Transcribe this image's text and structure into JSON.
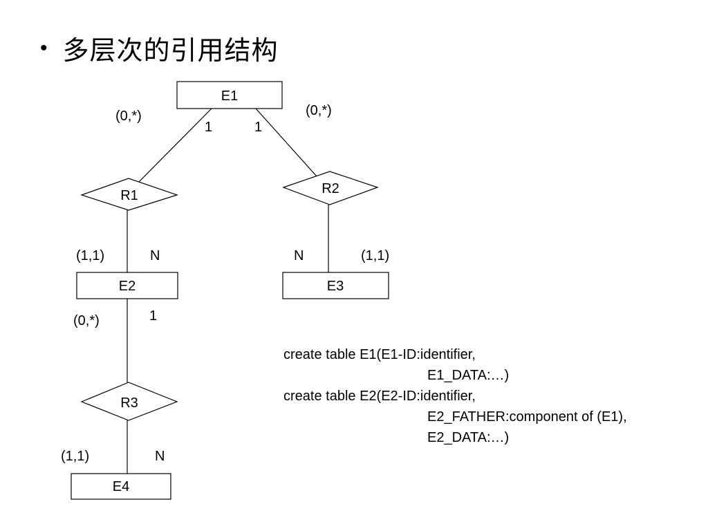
{
  "slide": {
    "bullet": "•",
    "title": "多层次的引用结构"
  },
  "diagram": {
    "entities": {
      "e1": "E1",
      "e2": "E2",
      "e3": "E3",
      "e4": "E4"
    },
    "relationships": {
      "r1": "R1",
      "r2": "R2",
      "r3": "R3"
    },
    "labels": {
      "e1_r1_card": "(0,*)",
      "e1_r2_card": "(0,*)",
      "e1_r1_one": "1",
      "e1_r2_one": "1",
      "r1_e2_card": "(1,1)",
      "r1_e2_n": "N",
      "r2_e3_n": "N",
      "r2_e3_card": "(1,1)",
      "e2_r3_card": "(0,*)",
      "e2_r3_one": "1",
      "r3_e4_card": "(1,1)",
      "r3_e4_n": "N"
    }
  },
  "code": {
    "line1": "create table E1(E1-ID:identifier,",
    "line2": "E1_DATA:…)",
    "line3": "create table E2(E2-ID:identifier,",
    "line4": "E2_FATHER:component of (E1),",
    "line5": "E2_DATA:…)"
  }
}
